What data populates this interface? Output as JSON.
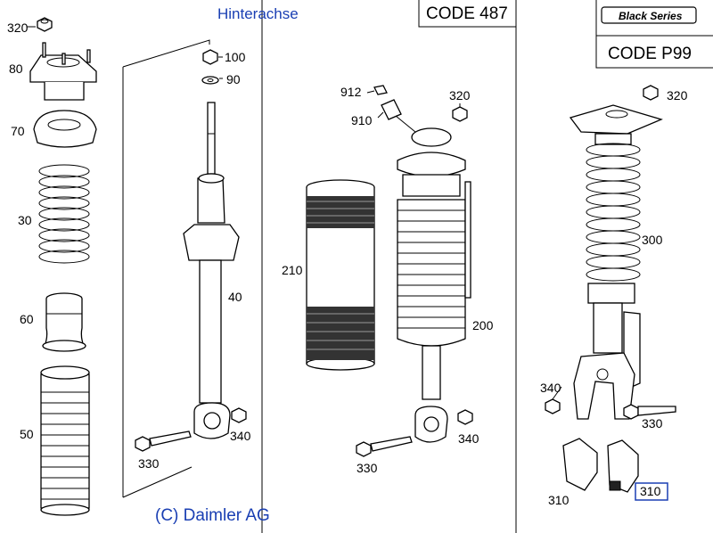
{
  "title": "Hinterachse",
  "copyright": "(C) Daimler AG",
  "codes": {
    "code487": "CODE 487",
    "black_series": "Black Series",
    "codep99": "CODE P99"
  },
  "callouts": {
    "p320_left": "320",
    "p80": "80",
    "p70": "70",
    "p30": "30",
    "p60": "60",
    "p50": "50",
    "p100": "100",
    "p90": "90",
    "p40": "40",
    "p330_left": "330",
    "p340_left": "340",
    "p912": "912",
    "p910": "910",
    "p320_mid": "320",
    "p210": "210",
    "p200": "200",
    "p330_mid": "330",
    "p340_mid": "340",
    "p320_right": "320",
    "p300": "300",
    "p340_right": "340",
    "p330_right": "330",
    "p310_a": "310",
    "p310_b": "310"
  }
}
